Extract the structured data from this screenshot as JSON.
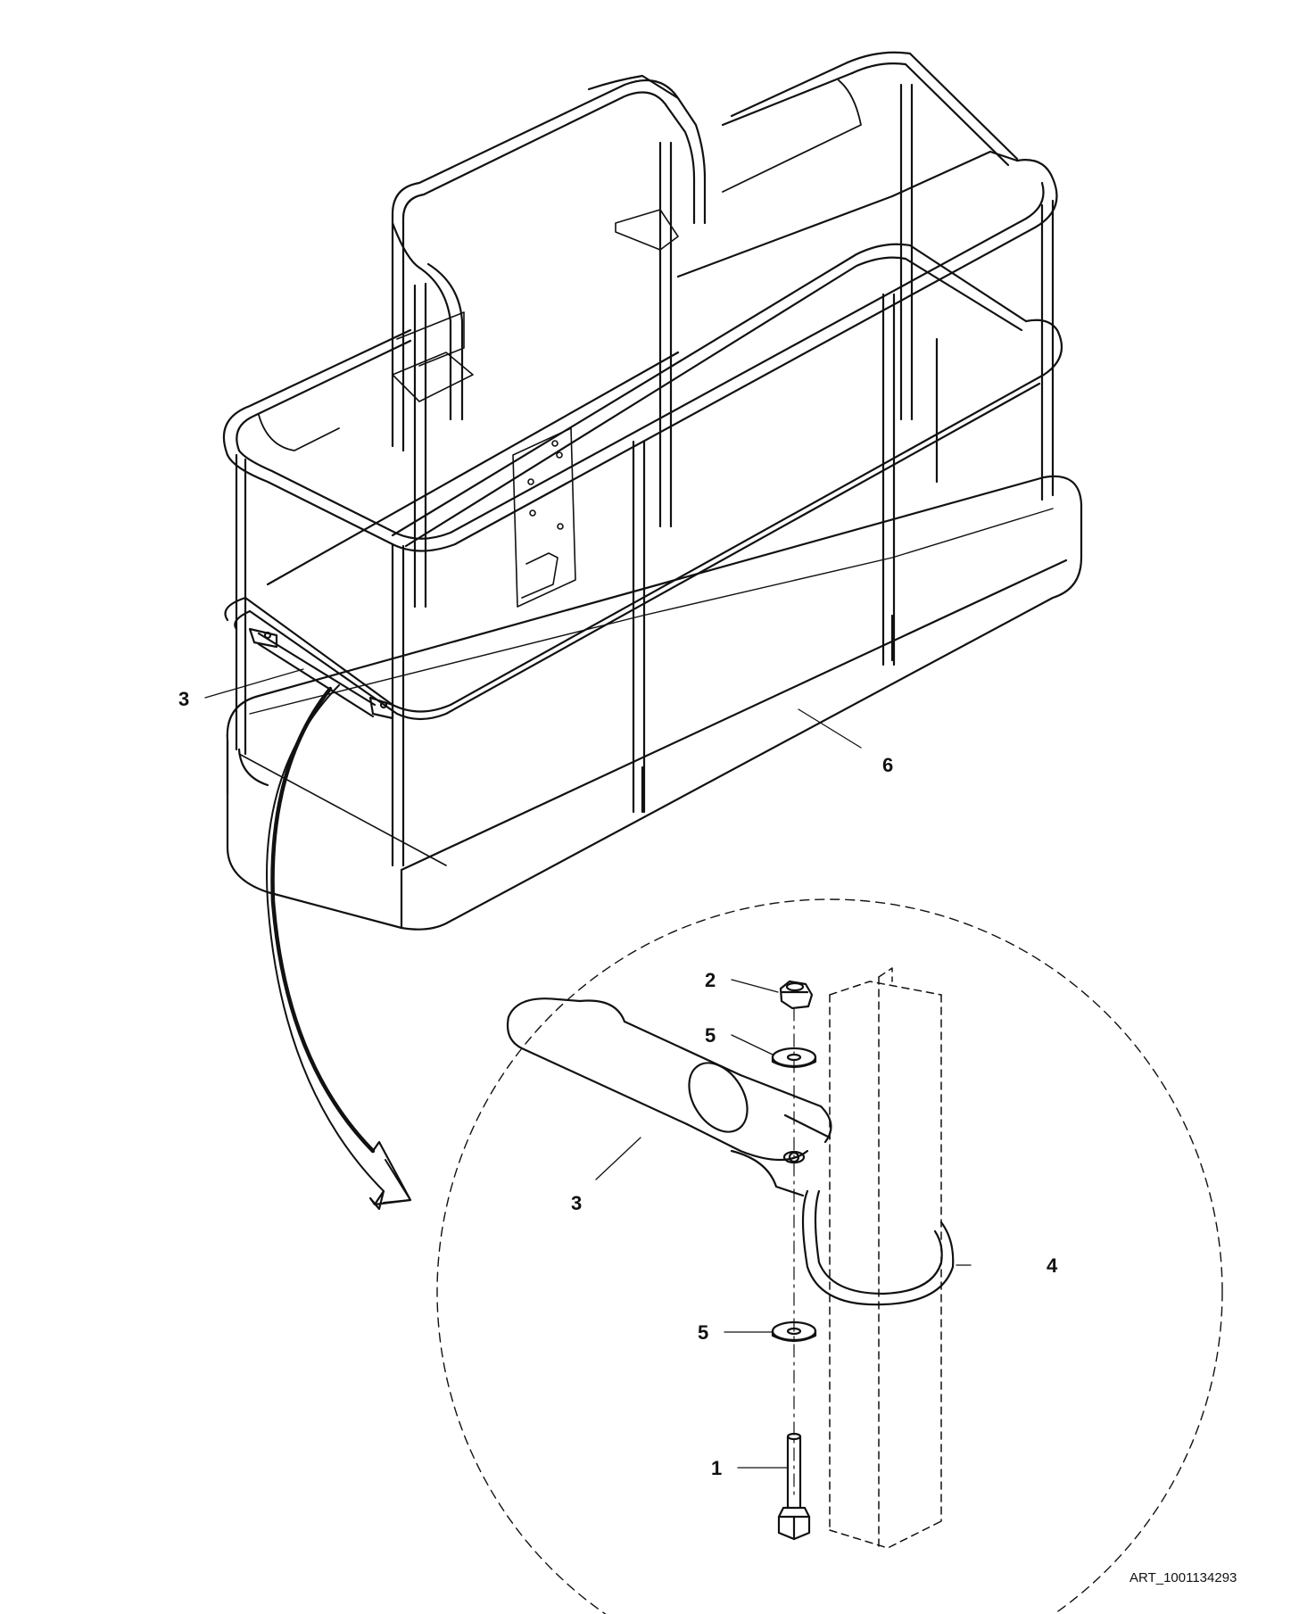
{
  "callouts": {
    "c1": "1",
    "c2": "2",
    "c3_main": "3",
    "c3_detail": "3",
    "c4": "4",
    "c5_top": "5",
    "c5_bottom": "5",
    "c6": "6"
  },
  "art_id": "ART_1001134293",
  "colors": {
    "line": "#111111",
    "background": "#ffffff"
  }
}
